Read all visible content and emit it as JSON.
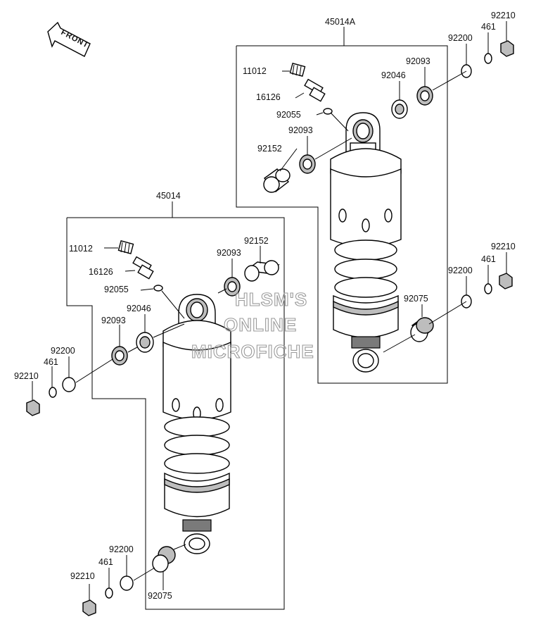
{
  "front_arrow": {
    "label": "FRONT"
  },
  "assemblies": {
    "front_unit": {
      "label": "45014"
    },
    "rear_unit": {
      "label": "45014A"
    }
  },
  "callouts": {
    "left": {
      "cap_nut": "92210",
      "lock_washer": "461",
      "flat_washer": "92200",
      "seal": "92093",
      "bearing": "92046",
      "o_ring": "92055",
      "fitting": "16126",
      "grease_cap": "11012",
      "seal_upper": "92093",
      "collar": "92152",
      "lower_cap_nut": "92210",
      "lower_lock_washer": "461",
      "lower_flat_washer": "92200",
      "lower_collar": "92075"
    },
    "right": {
      "grease_cap": "11012",
      "fitting": "16126",
      "o_ring": "92055",
      "seal": "92093",
      "collar": "92152",
      "bearing": "92046",
      "seal_upper": "92093",
      "flat_washer": "92200",
      "lock_washer": "461",
      "cap_nut": "92210",
      "lower_flat_washer": "92200",
      "lower_lock_washer": "461",
      "lower_cap_nut": "92210",
      "lower_collar": "92075"
    }
  },
  "watermark": [
    "HLSM'S",
    "ONLINE",
    "MICROFICHE"
  ]
}
